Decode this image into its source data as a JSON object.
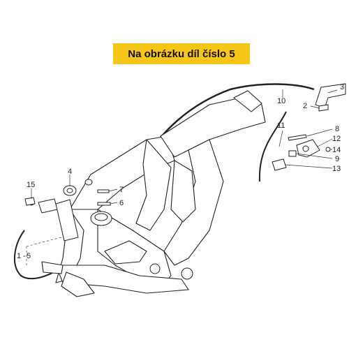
{
  "banner": {
    "text": "Na obrázku díl číslo 5",
    "color": "#f5c518"
  },
  "callouts": {
    "c1": "1",
    "c2": "2",
    "c3": "3",
    "c4": "4",
    "c5": "5",
    "c6": "6",
    "c7": "7",
    "c8": "8",
    "c9": "9",
    "c10": "10",
    "c11": "11",
    "c12": "12",
    "c13": "13",
    "c14": "14",
    "c15": "15"
  }
}
